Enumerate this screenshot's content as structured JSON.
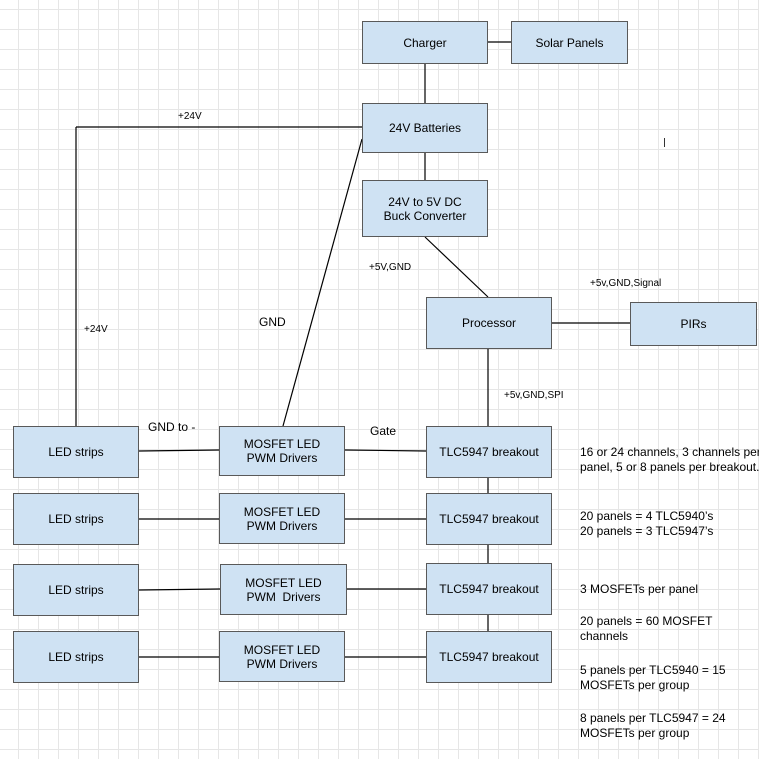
{
  "boxes": {
    "charger": "Charger",
    "solar_panels": "Solar Panels",
    "batteries": "24V Batteries",
    "buck_converter": "24V to 5V DC\nBuck Converter",
    "processor": "Processor",
    "pirs": "PIRs",
    "led_strips": [
      "LED strips",
      "LED strips",
      "LED strips",
      "LED strips"
    ],
    "mosfet_drivers": [
      "MOSFET LED\nPWM Drivers",
      "MOSFET LED\nPWM Drivers",
      "MOSFET LED\nPWM  Drivers",
      "MOSFET LED\nPWM Drivers"
    ],
    "tlc_breakouts": [
      "TLC5947 breakout",
      "TLC5947 breakout",
      "TLC5947 breakout",
      "TLC5947 breakout"
    ]
  },
  "wire_labels": {
    "plus24v_top": "+24V",
    "plus24v_left": "+24V",
    "gnd": "GND",
    "buck_out": "+5V,GND",
    "pir_link": "+5v,GND,Signal",
    "spi_link": "+5v,GND,SPI",
    "gnd_to_minus": "GND to -",
    "gate": "Gate"
  },
  "notes": [
    "16 or 24 channels, 3 channels per panel, 5 or 8 panels per breakout.",
    "20 panels = 4 TLC5940’s\n20 panels = 3 TLC5947’s",
    "3 MOSFETs per panel",
    "20 panels = 60 MOSFET channels",
    "5 panels per TLC5940 = 15 MOSFETs per group",
    "8 panels per TLC5947 = 24 MOSFETs per group"
  ],
  "colors": {
    "box_fill": "#cfe2f3",
    "box_border": "#595959",
    "line": "#000000",
    "grid": "#e6e6e6"
  }
}
